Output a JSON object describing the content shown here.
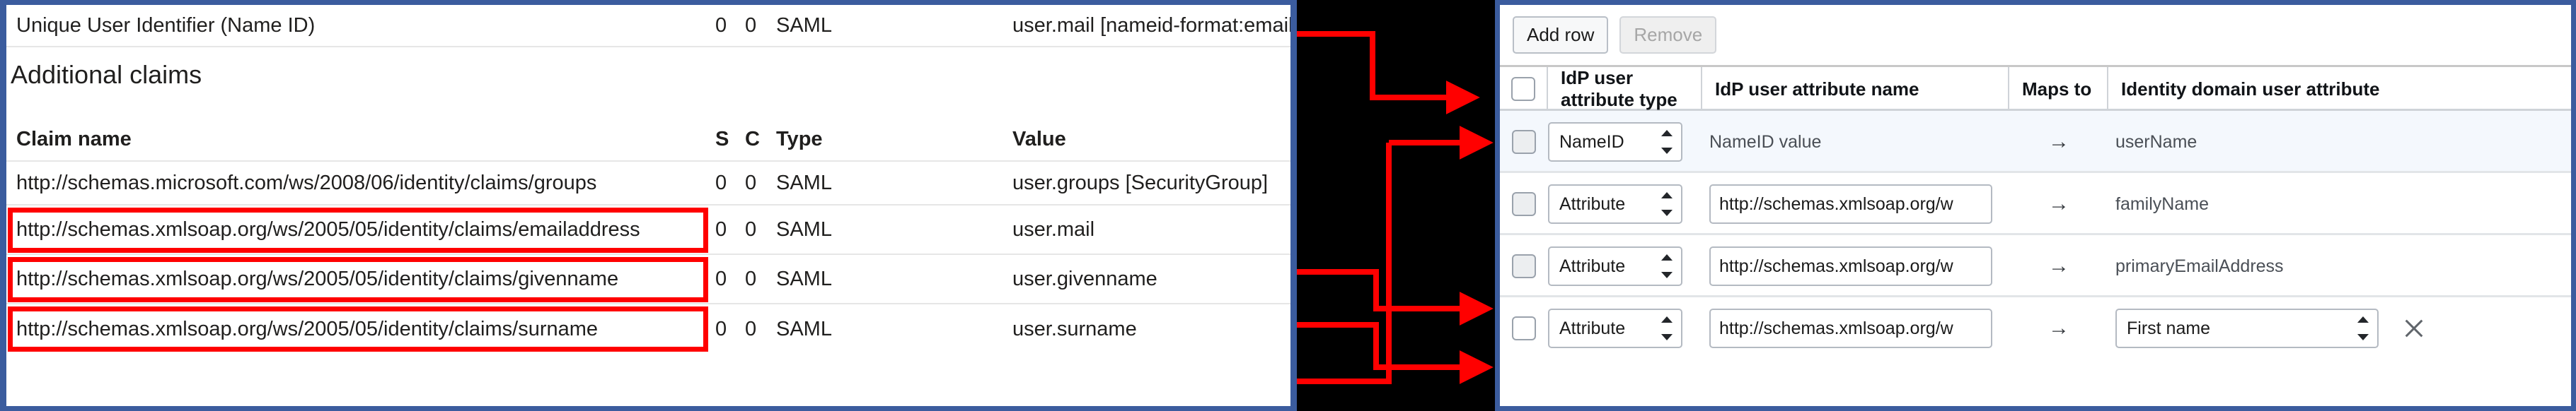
{
  "left_panel": {
    "nameid_row": {
      "claim_name": "Unique User Identifier (Name ID)",
      "s": "0",
      "c": "0",
      "type": "SAML",
      "value": "user.mail [nameid-format:emailAddress]"
    },
    "section_title": "Additional claims",
    "columns": {
      "claim_name": "Claim name",
      "s": "S",
      "c": "C",
      "type": "Type",
      "value": "Value"
    },
    "rows": [
      {
        "claim_name": "http://schemas.microsoft.com/ws/2008/06/identity/claims/groups",
        "s": "0",
        "c": "0",
        "type": "SAML",
        "value": "user.groups [SecurityGroup]",
        "highlighted": false
      },
      {
        "claim_name": "http://schemas.xmlsoap.org/ws/2005/05/identity/claims/emailaddress",
        "s": "0",
        "c": "0",
        "type": "SAML",
        "value": "user.mail",
        "highlighted": true
      },
      {
        "claim_name": "http://schemas.xmlsoap.org/ws/2005/05/identity/claims/givenname",
        "s": "0",
        "c": "0",
        "type": "SAML",
        "value": "user.givenname",
        "highlighted": true
      },
      {
        "claim_name": "http://schemas.xmlsoap.org/ws/2005/05/identity/claims/surname",
        "s": "0",
        "c": "0",
        "type": "SAML",
        "value": "user.surname",
        "highlighted": true
      }
    ]
  },
  "right_panel": {
    "toolbar": {
      "add_row_label": "Add row",
      "remove_label": "Remove"
    },
    "columns": {
      "select_all": "",
      "idp_attr_type": "IdP user attribute type",
      "idp_attr_name": "IdP user attribute name",
      "maps_to": "Maps to",
      "identity_domain_attr": "Identity domain user attribute"
    },
    "maps_to_glyph": "→",
    "rows": [
      {
        "checked": false,
        "checkbox_style": "grey",
        "selected": true,
        "idp_attr_type": "NameID",
        "idp_attr_type_control": "select",
        "idp_attr_name": "NameID value",
        "idp_attr_name_control": "text",
        "identity_domain_attr": "userName",
        "identity_domain_attr_control": "text",
        "has_remove_icon": false
      },
      {
        "checked": false,
        "checkbox_style": "grey",
        "selected": false,
        "idp_attr_type": "Attribute",
        "idp_attr_type_control": "select",
        "idp_attr_name": "http://schemas.xmlsoap.org/w",
        "idp_attr_name_control": "textbox",
        "identity_domain_attr": "familyName",
        "identity_domain_attr_control": "text",
        "has_remove_icon": false
      },
      {
        "checked": false,
        "checkbox_style": "grey",
        "selected": false,
        "idp_attr_type": "Attribute",
        "idp_attr_type_control": "select",
        "idp_attr_name": "http://schemas.xmlsoap.org/w",
        "idp_attr_name_control": "textbox",
        "identity_domain_attr": "primaryEmailAddress",
        "identity_domain_attr_control": "text",
        "has_remove_icon": false
      },
      {
        "checked": false,
        "checkbox_style": "white",
        "selected": false,
        "idp_attr_type": "Attribute",
        "idp_attr_type_control": "select",
        "idp_attr_name": "http://schemas.xmlsoap.org/w",
        "idp_attr_name_control": "textbox",
        "identity_domain_attr": "First name",
        "identity_domain_attr_control": "select",
        "has_remove_icon": true
      }
    ]
  },
  "annotation": {
    "accent_color": "#ff0000",
    "panel_border_color": "#3b5c9e",
    "gap_background": "#000000",
    "connector_count": 4
  }
}
